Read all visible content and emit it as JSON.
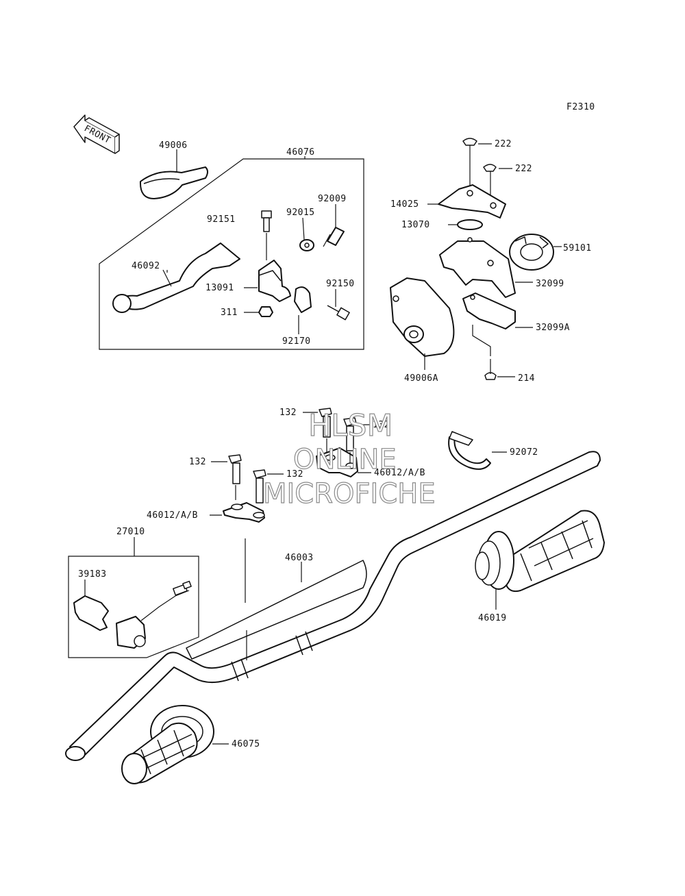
{
  "figure_code": "F2310",
  "front_arrow_label": "FRONT",
  "watermark": [
    "HLSM",
    "ONLINE",
    "MICROFICHE"
  ],
  "part_numbers": {
    "p49006": "49006",
    "p46076": "46076",
    "p92009": "92009",
    "p92151": "92151",
    "p92015": "92015",
    "p46092": "46092",
    "p13091": "13091",
    "p92150": "92150",
    "p311": "311",
    "p92170": "92170",
    "p222a": "222",
    "p222b": "222",
    "p14025": "14025",
    "p13070": "13070",
    "p59101": "59101",
    "p32099": "32099",
    "p32099A": "32099A",
    "p49006A": "49006A",
    "p214": "214",
    "p132a": "132",
    "p132b": "132",
    "p132c": "132",
    "p132d": "132",
    "p92072": "92072",
    "p46012a": "46012/A/B",
    "p46012b": "46012/A/B",
    "p27010": "27010",
    "p39183": "39183",
    "p46003": "46003",
    "p46019": "46019",
    "p46075": "46075"
  }
}
